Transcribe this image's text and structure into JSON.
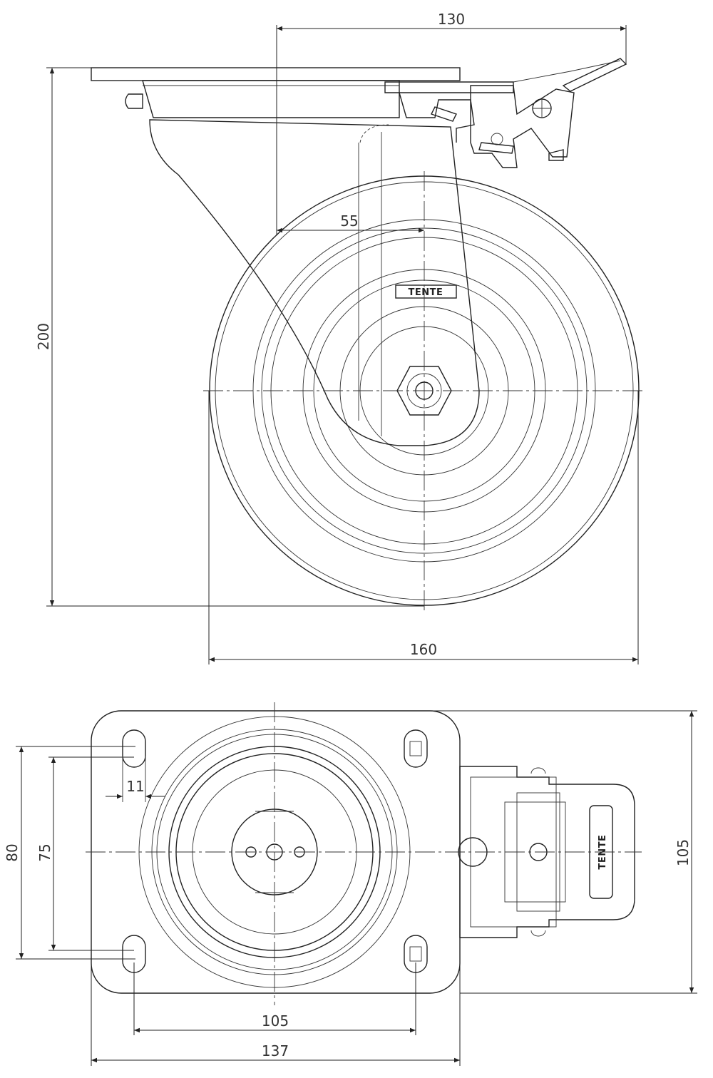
{
  "side_view": {
    "dimensions": {
      "overall_offset": "130",
      "swivel_offset": "55",
      "height": "200",
      "wheel_diameter": "160"
    },
    "logo": "TENTE"
  },
  "top_view": {
    "dimensions": {
      "hole_spacing_outer_v": "80",
      "hole_spacing_inner_v": "75",
      "hole_diameter": "11",
      "plate_width_v": "105",
      "hole_spacing_h": "105",
      "plate_length": "137"
    },
    "logo": "TENTE"
  }
}
